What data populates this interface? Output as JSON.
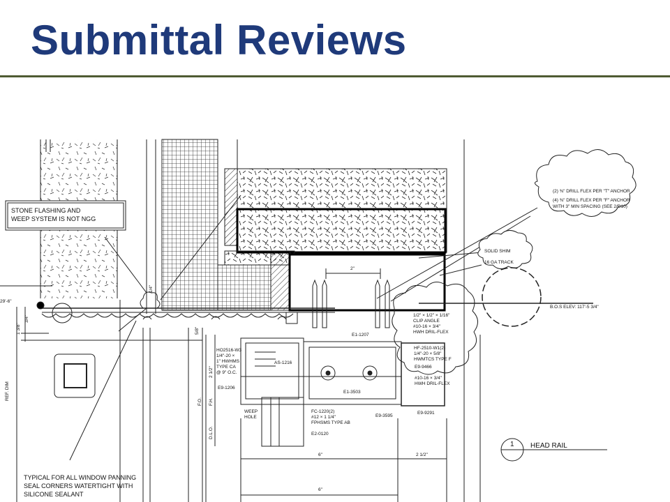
{
  "slide": {
    "title": "Submittal Reviews",
    "accent_color": "#1f3a7a",
    "rule_color": "#4f5b32"
  },
  "drawing": {
    "callout_stone": [
      "STONE FLASHING AND",
      "WEEP SYSTEM IS NOT NGG"
    ],
    "cloud_anchor_notes": [
      "(2) ⅜\" DRILL FLEX PER \"T\" ANCHOR",
      "(4) ⅜\" DRILL FLEX PER \"F\" ANCHOR",
      "WITH 3\" MIN SPACING (SEE 2/D10)"
    ],
    "cloud_shim_notes": [
      "SOLID SHIM",
      "16 GA TRACK"
    ],
    "dim_2in": "2\"",
    "dim_1_4": "1/4\"",
    "elev_left": "29'-6\"",
    "dim_1_3_8": "1 3/8\"",
    "dim_3_4": "3/4\"",
    "dim_5_8": "5/8\"",
    "ref_dim": "REF. DIM",
    "bos_elev": "B.O.S ELEV: 117'-5 3/4\"",
    "part_e1_1207": "E1-1207",
    "clip_notes": [
      "1/2\" × 1/2\" × 1/16\"",
      "CLIP ANGLE",
      "#10-16 × 3/4\"",
      "HWH DRIL-FLEX"
    ],
    "hf_notes": [
      "HF-2510-W1(2)",
      "1/4\"-20 × 5/8\"",
      "HWMTCS TYPE F"
    ],
    "part_e9_9466": "E9-9466",
    "hwh_notes": [
      "#10-16 × 3/4\"",
      "HWH DRIL-FLEX"
    ],
    "part_e9_9291": "E9-9291",
    "part_e9_3595": "E9-3595",
    "part_e1_3503": "E1-3503",
    "fc_notes": [
      "FC-1220(2)",
      "#12 × 1 1/4\"",
      "FPHSMS TYPE AB"
    ],
    "part_e2_0120": "E2-0120",
    "part_e9_1206": "E9-1206",
    "weep_hole": [
      "WEEP",
      "HOLE"
    ],
    "part_as_1216": "AS-1216",
    "ho_notes": [
      "HO2516-W3",
      "1/4\"-20 ×",
      "1\" HWHMS",
      "TYPE CA",
      "@ 9\" O.C."
    ],
    "dim_2_1_2_v": "2 1/2\"",
    "dim_fo": "F.O.",
    "dim_fh": "F.H.",
    "dim_dlo": "D.L.O.",
    "dim_6in": "6\"",
    "dim_2_1_2_h": "2 1/2\"",
    "dim_6in_bottom": "6\"",
    "detail_number": "1",
    "detail_title": "HEAD RAIL",
    "note_bottom": [
      "TYPICAL FOR ALL WINDOW PANNING",
      "SEAL CORNERS WATERTIGHT WITH",
      "SILICONE SEALANT"
    ]
  }
}
